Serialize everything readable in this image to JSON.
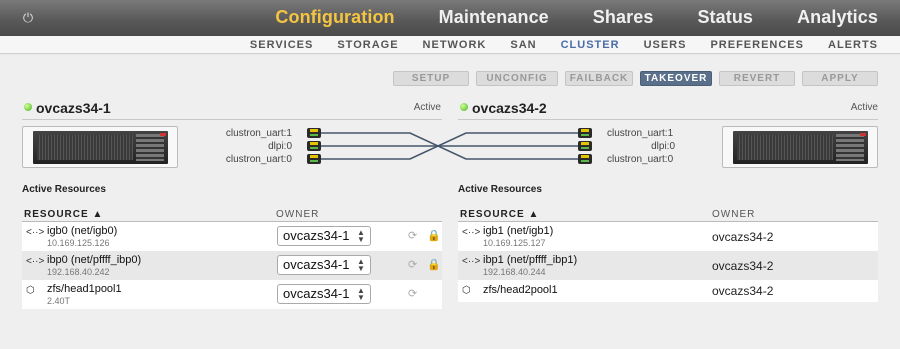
{
  "topnav": {
    "items": [
      "Configuration",
      "Maintenance",
      "Shares",
      "Status",
      "Analytics"
    ]
  },
  "subnav": {
    "items": [
      "SERVICES",
      "STORAGE",
      "NETWORK",
      "SAN",
      "CLUSTER",
      "USERS",
      "PREFERENCES",
      "ALERTS"
    ]
  },
  "actions": [
    "SETUP",
    "UNCONFIG",
    "FAILBACK",
    "TAKEOVER",
    "REVERT",
    "APPLY"
  ],
  "node1": {
    "name": "ovcazs34-1",
    "state": "Active",
    "ports": [
      "clustron_uart:1",
      "dlpi:0",
      "clustron_uart:0"
    ]
  },
  "node2": {
    "name": "ovcazs34-2",
    "state": "Active",
    "ports": [
      "clustron_uart:1",
      "dlpi:0",
      "clustron_uart:0"
    ]
  },
  "resources_title": "Active Resources",
  "columns": {
    "resource": "RESOURCE ▲",
    "owner": "OWNER"
  },
  "res1": [
    {
      "name": "igb0 (net/igb0)",
      "sub": "10.169.125.126",
      "owner": "ovcazs34-1"
    },
    {
      "name": "ibp0 (net/pffff_ibp0)",
      "sub": "192.168.40.242",
      "owner": "ovcazs34-1"
    },
    {
      "name": "zfs/head1pool1",
      "sub": "2.40T",
      "owner": "ovcazs34-1"
    }
  ],
  "res2": [
    {
      "name": "igb1 (net/igb1)",
      "sub": "10.169.125.127",
      "owner": "ovcazs34-2"
    },
    {
      "name": "ibp1 (net/pffff_ibp1)",
      "sub": "192.168.40.244",
      "owner": "ovcazs34-2"
    },
    {
      "name": "zfs/head2pool1",
      "sub": "",
      "owner": "ovcazs34-2"
    }
  ]
}
